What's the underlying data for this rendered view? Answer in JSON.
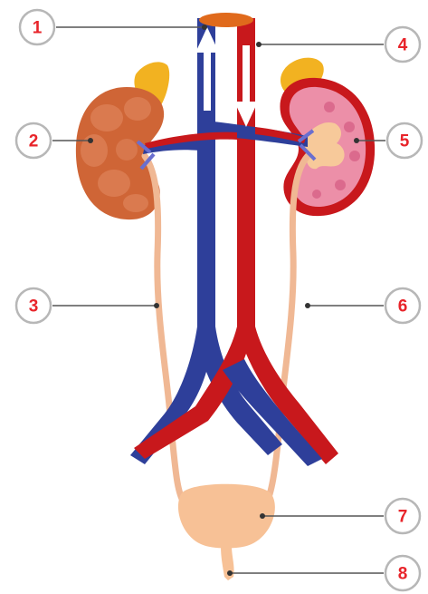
{
  "diagram": {
    "colors": {
      "vein": "#2e3f9a",
      "vein_light": "#6a6fcf",
      "artery": "#c8181c",
      "artery_dark": "#9d1013",
      "kidney_outer": "#cf6536",
      "kidney_lobe": "#dc7f56",
      "kidney_section": "#ec8fa8",
      "kidney_pelvis": "#f7c99a",
      "adrenal": "#f2b221",
      "ureter": "#f0b894",
      "bladder": "#f7c196",
      "leader": "#555555",
      "label_ring": "#b7b7b7",
      "label_text": "#e8242a"
    },
    "labels": [
      {
        "id": "1",
        "text": "1"
      },
      {
        "id": "2",
        "text": "2"
      },
      {
        "id": "3",
        "text": "3"
      },
      {
        "id": "4",
        "text": "4"
      },
      {
        "id": "5",
        "text": "5"
      },
      {
        "id": "6",
        "text": "6"
      },
      {
        "id": "7",
        "text": "7"
      },
      {
        "id": "8",
        "text": "8"
      }
    ],
    "arrows": [
      {
        "name": "arrow-up-icon",
        "direction": "up"
      },
      {
        "name": "arrow-down-icon",
        "direction": "down"
      }
    ]
  }
}
